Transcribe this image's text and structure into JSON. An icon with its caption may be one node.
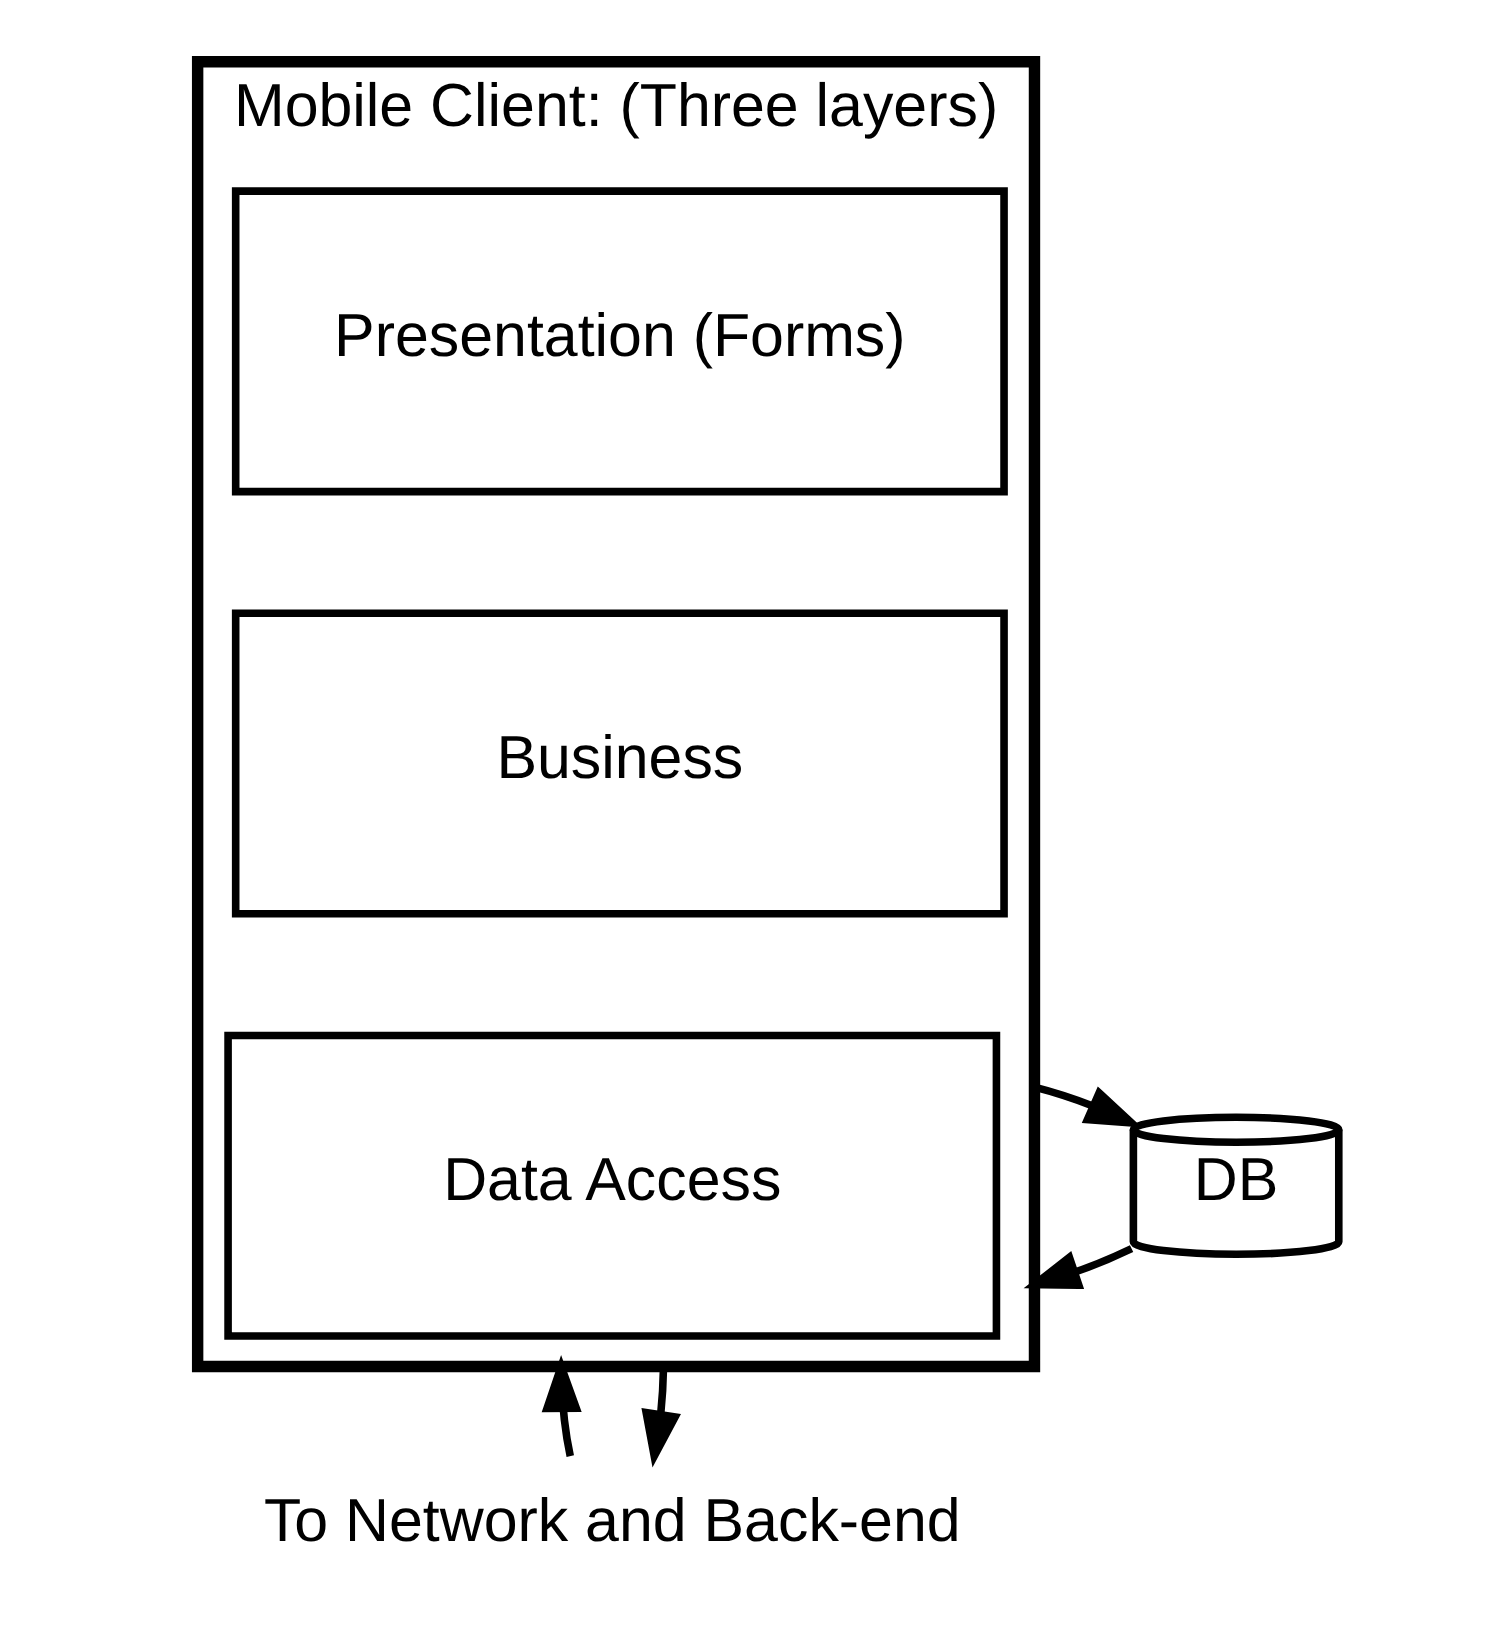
{
  "diagram": {
    "nodes": [
      {
        "text": [
          "Mobile Client: (Three layers)"
        ]
      },
      {
        "text": [
          "Presentation (Forms)"
        ],
        "in": 0
      },
      {
        "text": [
          "Business"
        ],
        "in": 0
      },
      {
        "text": [
          "Data Access"
        ],
        "in": 0
      },
      {
        "text": [
          "DB"
        ]
      },
      {
        "text": [
          "To Network and Back-end"
        ]
      }
    ],
    "edges": [
      {
        "from": 4,
        "to": 0,
        "arrow": "to"
      },
      {
        "from": 0,
        "to": 4,
        "arrow": "to"
      },
      {
        "from": 5,
        "to": 0,
        "arrow": "to"
      },
      {
        "from": 0,
        "to": 5,
        "arrow": "to"
      }
    ]
  }
}
